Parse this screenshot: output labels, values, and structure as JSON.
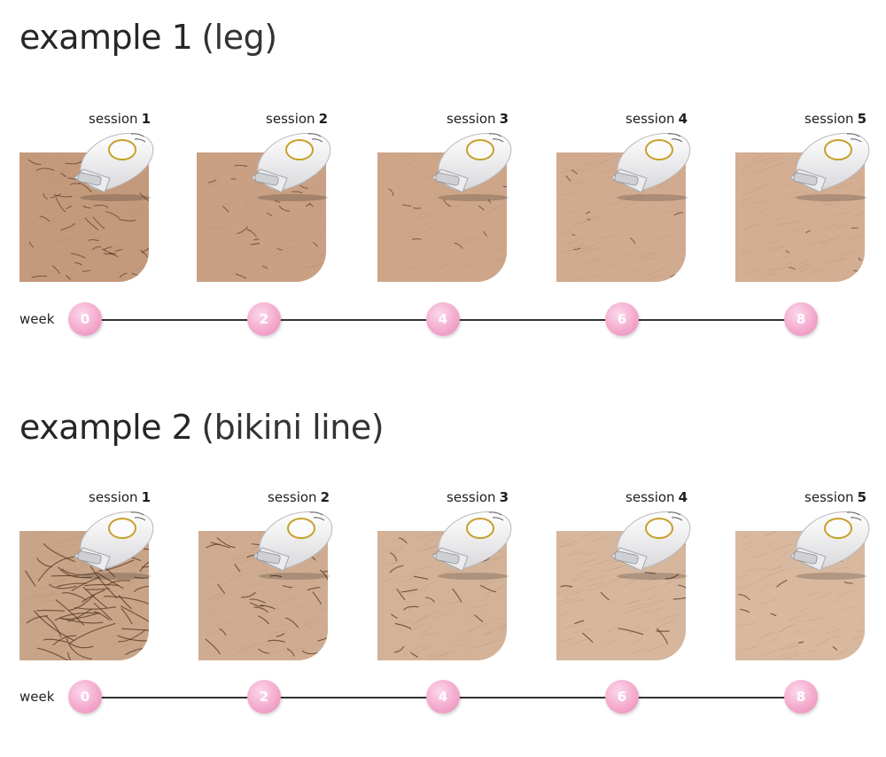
{
  "examples": [
    {
      "title": "example 1",
      "subtitle": "(leg)",
      "sessions": [
        {
          "word": "session",
          "number": "1"
        },
        {
          "word": "session",
          "number": "2"
        },
        {
          "word": "session",
          "number": "3"
        },
        {
          "word": "session",
          "number": "4"
        },
        {
          "word": "session",
          "number": "5"
        }
      ],
      "timeline": {
        "label": "week",
        "weeks": [
          "0",
          "2",
          "4",
          "6",
          "8"
        ]
      }
    },
    {
      "title": "example 2",
      "subtitle": "(bikini line)",
      "sessions": [
        {
          "word": "session",
          "number": "1"
        },
        {
          "word": "session",
          "number": "2"
        },
        {
          "word": "session",
          "number": "3"
        },
        {
          "word": "session",
          "number": "4"
        },
        {
          "word": "session",
          "number": "5"
        }
      ],
      "timeline": {
        "label": "week",
        "weeks": [
          "0",
          "2",
          "4",
          "6",
          "8"
        ]
      }
    }
  ],
  "colors": {
    "skin_base": "#c89e80",
    "hair": "#5a3a24",
    "week_dot": "#f4aacd",
    "device_ring": "#c8a02a",
    "axis_line": "#333333"
  },
  "icons": {
    "device": "epilator-device-icon",
    "skin": "skin-sample-image"
  }
}
